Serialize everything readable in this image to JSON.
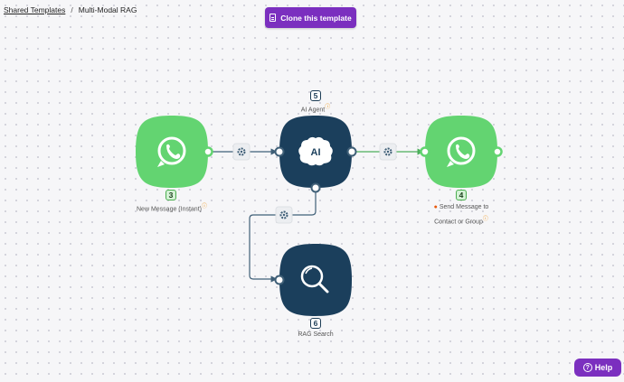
{
  "breadcrumb": {
    "parent": "Shared Templates",
    "separator": "/",
    "current": "Multi-Modal RAG"
  },
  "toolbar": {
    "clone_label": "Clone this template"
  },
  "nodes": {
    "trigger": {
      "number": "3",
      "label": "New Message (Instant)",
      "icon": "whatsapp-icon",
      "color": "#63d471"
    },
    "agent": {
      "number": "5",
      "label": "AI Agent",
      "icon": "ai-brain-icon",
      "color": "#1b3f5c"
    },
    "send": {
      "number": "4",
      "label_line1": "Send Message to",
      "label_line2": "Contact or Group",
      "icon": "whatsapp-icon",
      "color": "#63d471"
    },
    "search": {
      "number": "6",
      "label": "RAG Search",
      "icon": "search-icon",
      "color": "#1b3f5c"
    }
  },
  "icons": {
    "ai_text": "AI",
    "help_glyph": "?"
  },
  "help": {
    "label": "Help"
  },
  "colors": {
    "accent": "#7b2fbf",
    "whatsapp": "#63d471",
    "agent": "#1b3f5c",
    "warning": "#f08c00"
  }
}
